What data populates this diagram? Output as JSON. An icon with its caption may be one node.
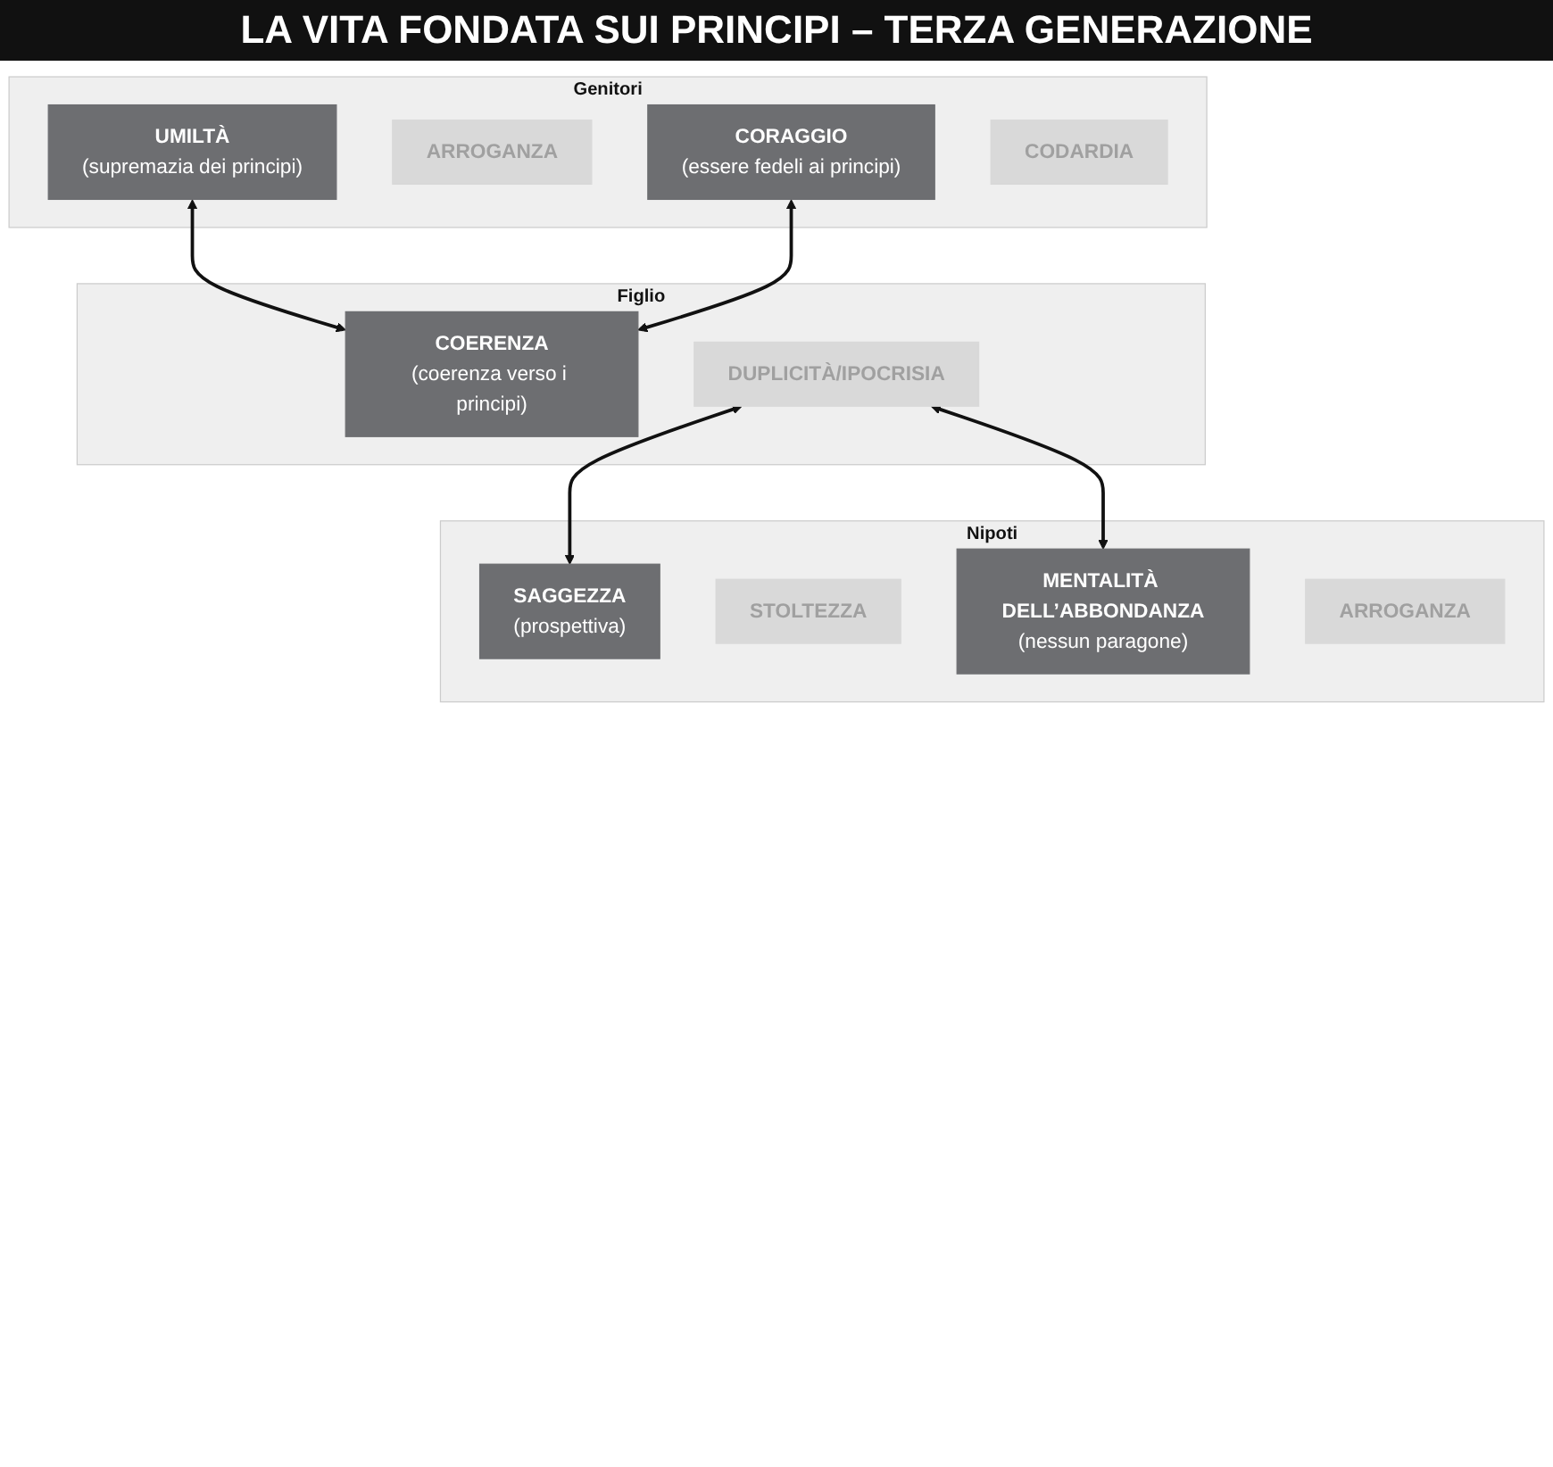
{
  "diagram": {
    "title": "LA VITA FONDATA SUI PRINCIPI – TERZA GENERAZIONE",
    "nodes": [
      {
        "text": [
          "Genitori"
        ]
      },
      {
        "text": [
          "UMILTÀ",
          "(supremazia dei principi)"
        ],
        "in": 0
      },
      {
        "text": [
          "ARROGANZA"
        ],
        "in": 0
      },
      {
        "text": [
          "CORAGGIO",
          "(essere fedeli ai principi)"
        ],
        "in": 0
      },
      {
        "text": [
          "CODARDIA"
        ],
        "in": 0
      },
      {
        "text": [
          "Figlio"
        ]
      },
      {
        "text": [
          "COERENZA",
          "(coerenza verso i principi)"
        ],
        "in": 5
      },
      {
        "text": [
          "DUPLICITÀ/IPOCRISIA"
        ],
        "in": 5
      },
      {
        "text": [
          "Nipoti"
        ]
      },
      {
        "text": [
          "SAGGEZZA",
          "(prospettiva)"
        ],
        "in": 8
      },
      {
        "text": [
          "STOLTEZZA"
        ],
        "in": 8
      },
      {
        "text": [
          "MENTALITÀ DELL’ABBONDANZA",
          "(nessun paragone)"
        ],
        "in": 8
      },
      {
        "text": [
          "ARROGANZA"
        ],
        "in": 8
      }
    ],
    "edges": [
      {
        "from": 1,
        "to": 6,
        "arrow": "both"
      },
      {
        "from": 3,
        "to": 6,
        "arrow": "both"
      },
      {
        "from": 7,
        "to": 9,
        "arrow": "both"
      },
      {
        "from": 7,
        "to": 11,
        "arrow": "both"
      }
    ]
  }
}
